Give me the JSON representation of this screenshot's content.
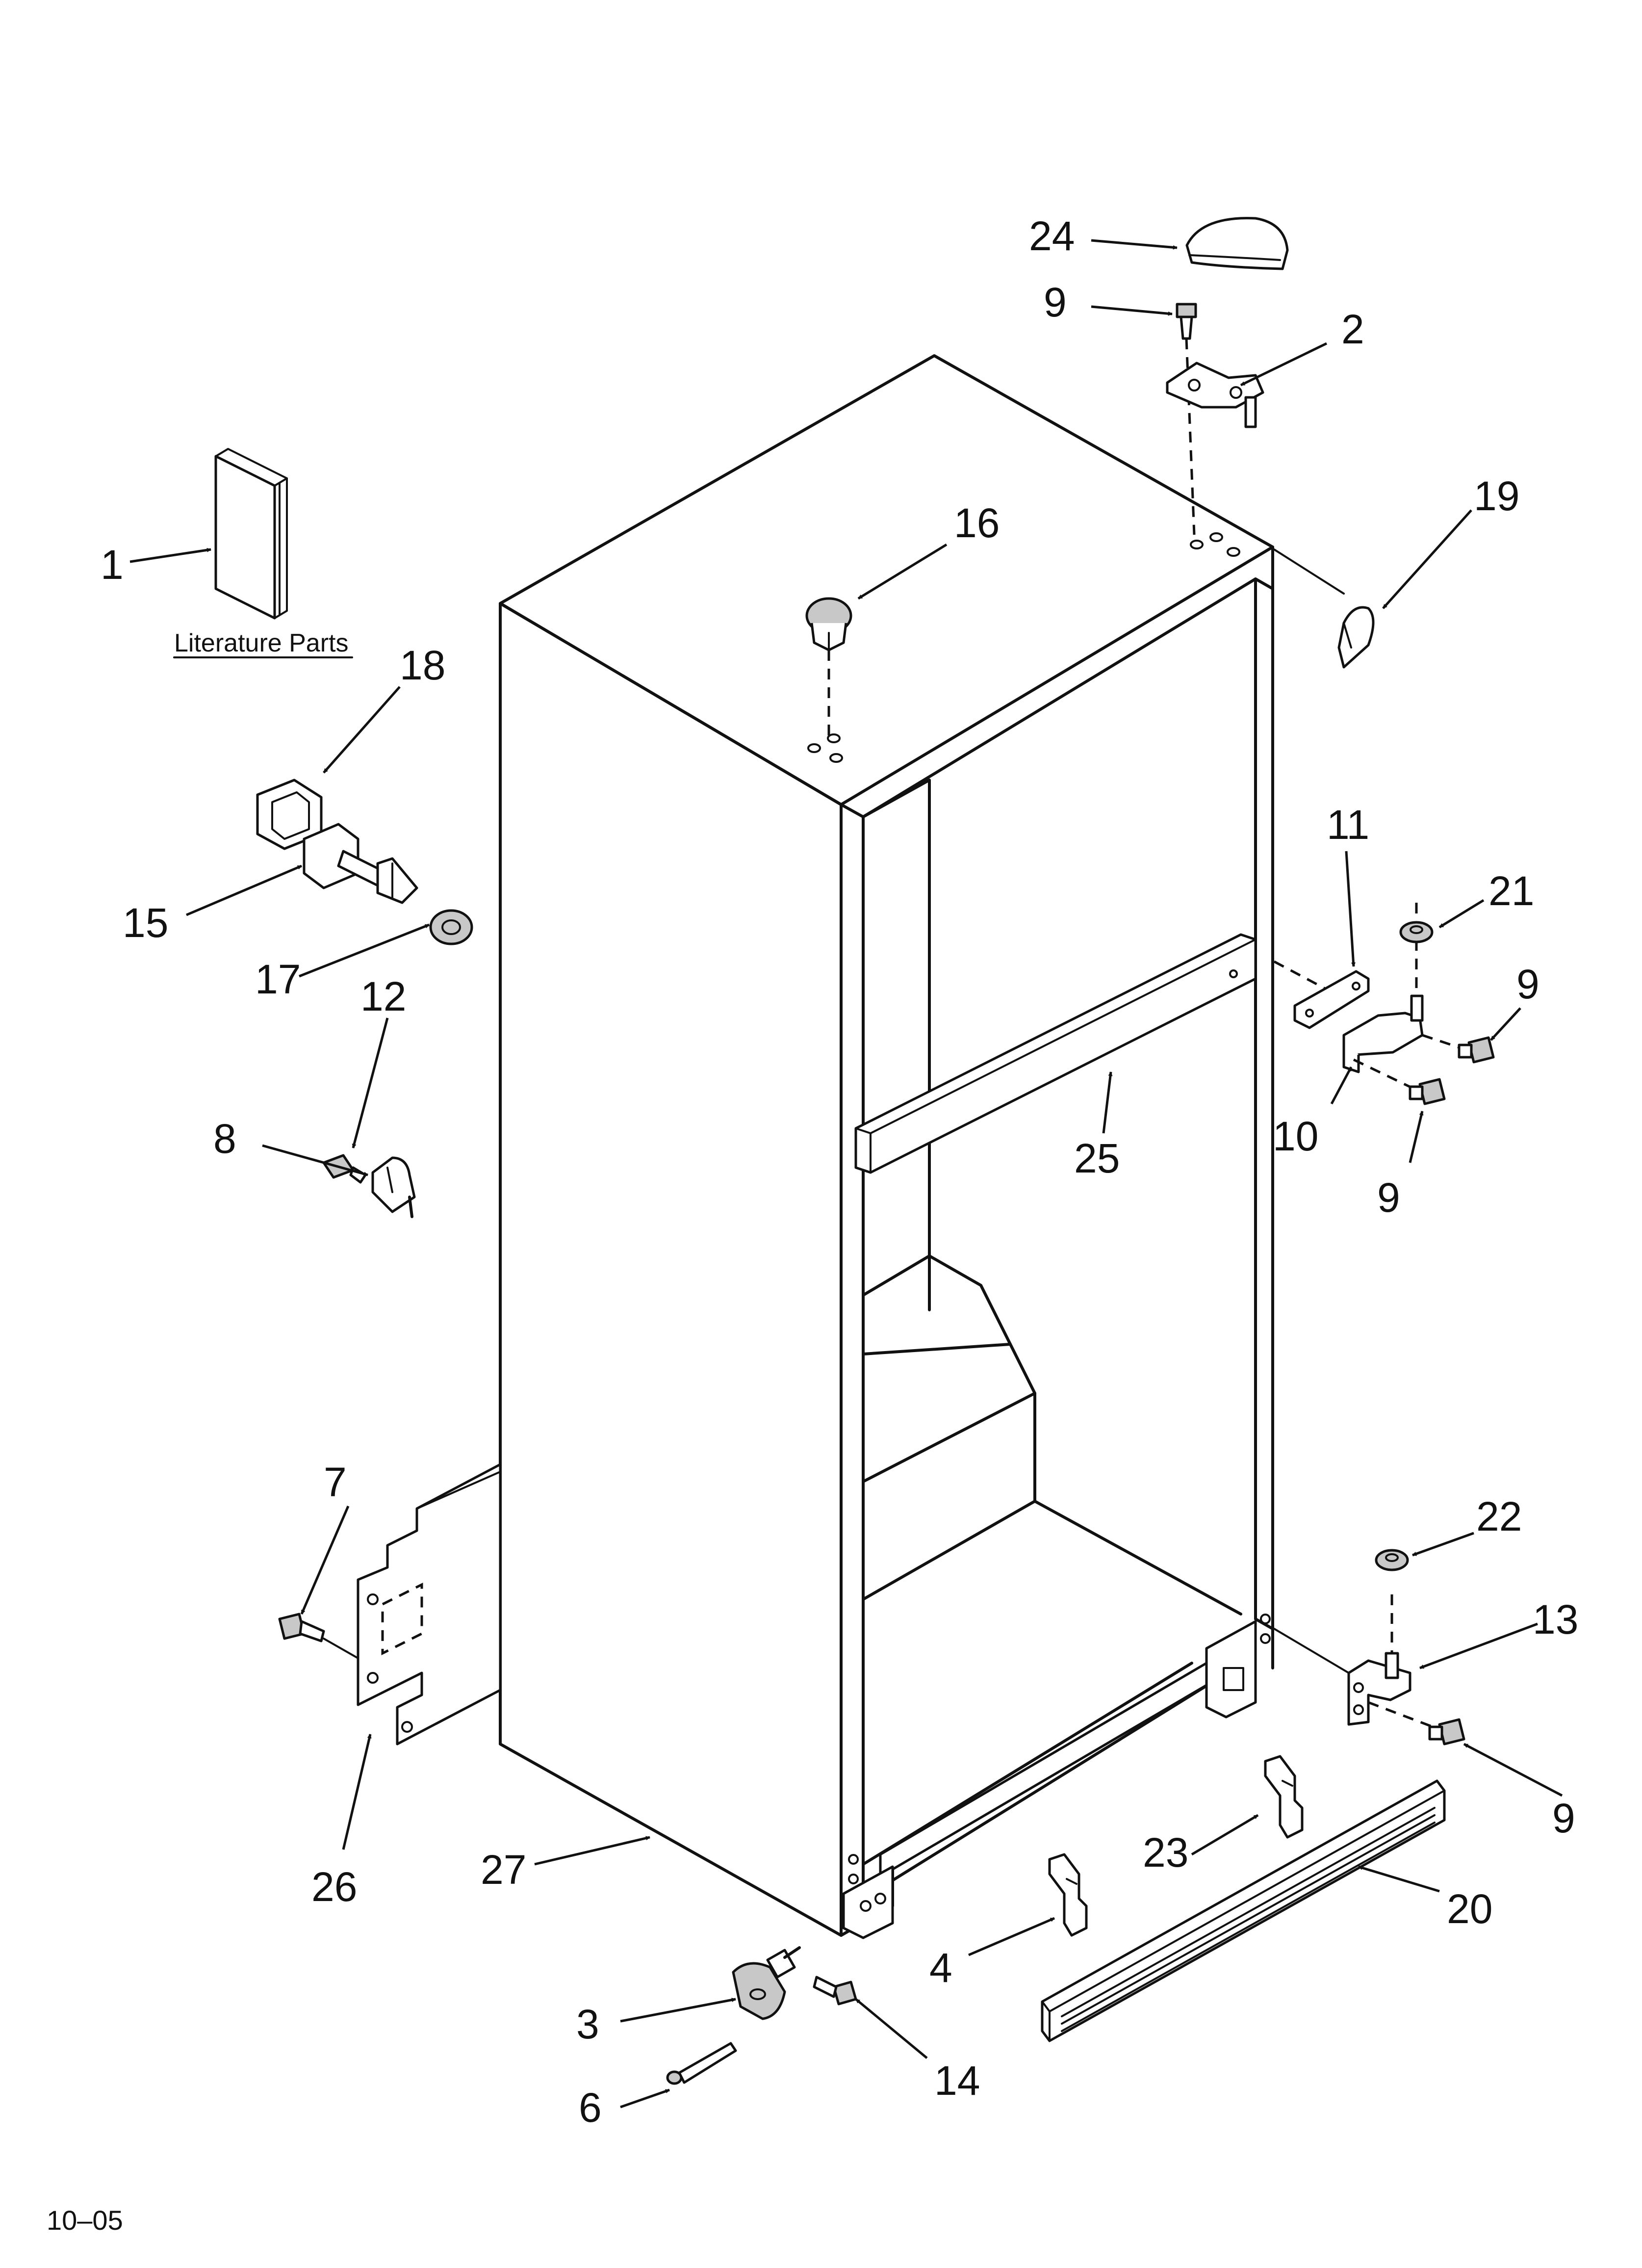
{
  "diagram": {
    "caption_literature": "Literature Parts",
    "footer_code": "10–05",
    "callouts": [
      {
        "id": "c24",
        "label": "24"
      },
      {
        "id": "c9a",
        "label": "9"
      },
      {
        "id": "c2",
        "label": "2"
      },
      {
        "id": "c1",
        "label": "1"
      },
      {
        "id": "c16",
        "label": "16"
      },
      {
        "id": "c19",
        "label": "19"
      },
      {
        "id": "c18",
        "label": "18"
      },
      {
        "id": "c15",
        "label": "15"
      },
      {
        "id": "c17",
        "label": "17"
      },
      {
        "id": "c12",
        "label": "12"
      },
      {
        "id": "c8",
        "label": "8"
      },
      {
        "id": "c11",
        "label": "11"
      },
      {
        "id": "c21",
        "label": "21"
      },
      {
        "id": "c9b",
        "label": "9"
      },
      {
        "id": "c10",
        "label": "10"
      },
      {
        "id": "c9c",
        "label": "9"
      },
      {
        "id": "c25",
        "label": "25"
      },
      {
        "id": "c7",
        "label": "7"
      },
      {
        "id": "c22",
        "label": "22"
      },
      {
        "id": "c13",
        "label": "13"
      },
      {
        "id": "c9d",
        "label": "9"
      },
      {
        "id": "c26",
        "label": "26"
      },
      {
        "id": "c27",
        "label": "27"
      },
      {
        "id": "c23",
        "label": "23"
      },
      {
        "id": "c20",
        "label": "20"
      },
      {
        "id": "c4",
        "label": "4"
      },
      {
        "id": "c3",
        "label": "3"
      },
      {
        "id": "c14",
        "label": "14"
      },
      {
        "id": "c6",
        "label": "6"
      }
    ]
  }
}
